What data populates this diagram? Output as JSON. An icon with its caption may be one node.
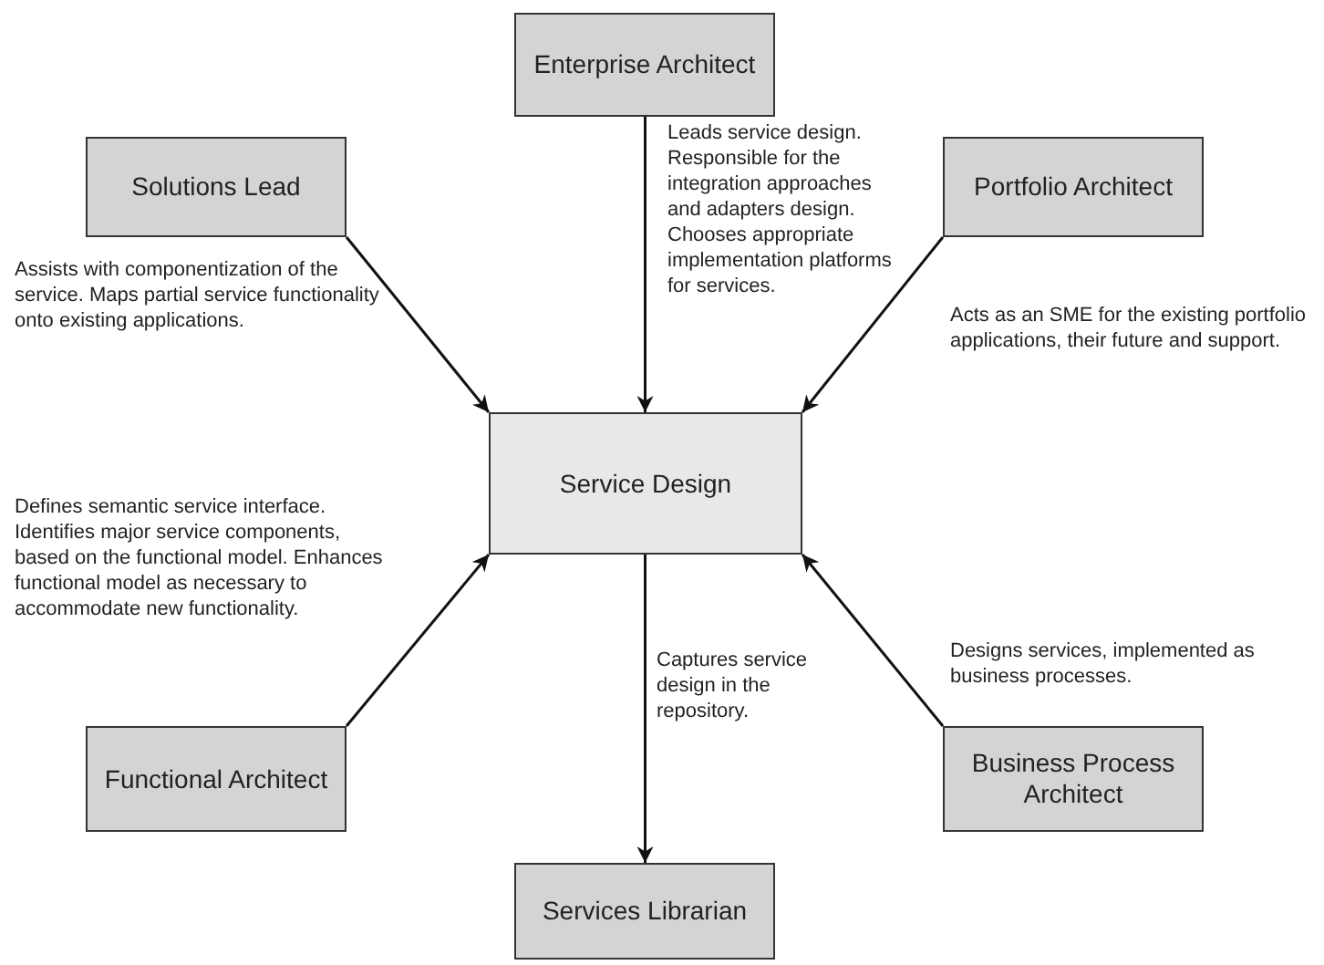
{
  "diagram": {
    "nodes": [
      {
        "text": [
          "Enterprise Architect"
        ],
        "beside": [
          "Leads service design. Responsible for the integration approaches and adapters design. Chooses appropriate implementation platforms for services."
        ]
      },
      {
        "text": [
          "Solutions Lead"
        ],
        "beside": [
          "Assists with componentization of the service. Maps partial service functionality onto existing applications."
        ]
      },
      {
        "text": [
          "Portfolio Architect"
        ],
        "beside": [
          "Acts as an SME for the existing portfolio applications, their future and support."
        ]
      },
      {
        "text": [
          "Service Design"
        ]
      },
      {
        "text": [
          "Functional Architect"
        ]
      },
      {
        "text": [
          "Business Process Architect"
        ],
        "beside": [
          "Designs services, implemented as business processes."
        ]
      },
      {
        "text": [
          "Services Librarian"
        ]
      }
    ],
    "edges": [
      {
        "from": 0,
        "to": 3,
        "arrow": "to"
      },
      {
        "from": 1,
        "to": 3,
        "arrow": "to"
      },
      {
        "from": 2,
        "to": 3,
        "arrow": "to"
      },
      {
        "from": 4,
        "to": 3,
        "arrow": "to"
      },
      {
        "from": 5,
        "to": 3,
        "arrow": "to"
      },
      {
        "from": 3,
        "to": 6,
        "arrow": "to",
        "label": "Captures service design in the repository."
      }
    ],
    "labels": [
      "Defines semantic service interface. Identifies major service components, based on the functional model. Enhances functional model as necessary to accommodate new functionality."
    ]
  }
}
